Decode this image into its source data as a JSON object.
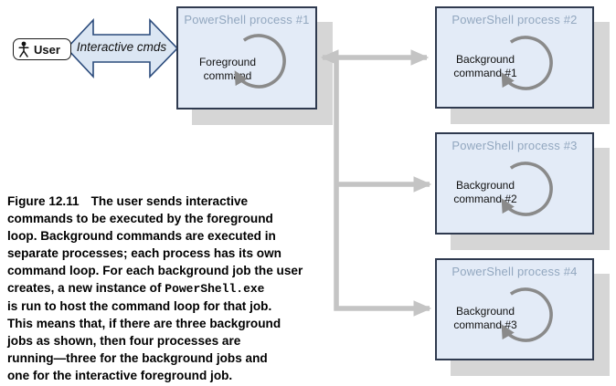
{
  "colors": {
    "box-fill": "#e3ebf7",
    "box-border": "#2f3a4f",
    "title-color": "#92a7bf",
    "shadow": "#d6d6d6",
    "connector": "#c4c4c4",
    "loop-stroke": "#8a8a8a",
    "big-arrow-fill": "#dbe6f3",
    "big-arrow-border": "#2a4a7b"
  },
  "user_box": {
    "label": "User"
  },
  "interactive_arrow": {
    "label": "Interactive cmds"
  },
  "processes": [
    {
      "title": "PowerShell process #1",
      "command": "Foreground\ncommand"
    },
    {
      "title": "PowerShell process #2",
      "command": "Background\ncommand #1"
    },
    {
      "title": "PowerShell process #3",
      "command": "Background\ncommand #2"
    },
    {
      "title": "PowerShell process #4",
      "command": "Background\ncommand #3"
    }
  ],
  "caption": {
    "fig_label": "Figure 12.11",
    "line1_rest": "The user sends interactive",
    "lines_a": [
      "commands to be executed by the foreground",
      "loop. Background commands are executed in",
      "separate processes; each process has its own",
      "command loop. For each background job the user"
    ],
    "line6_pre": "creates, a new instance of ",
    "code": "PowerShell.exe",
    "lines_b": [
      "is run to host the command loop for that job.",
      "This means that, if there are three background",
      "jobs as shown, then four processes are",
      "running—three for the background jobs and",
      "one for the interactive foreground job."
    ]
  }
}
